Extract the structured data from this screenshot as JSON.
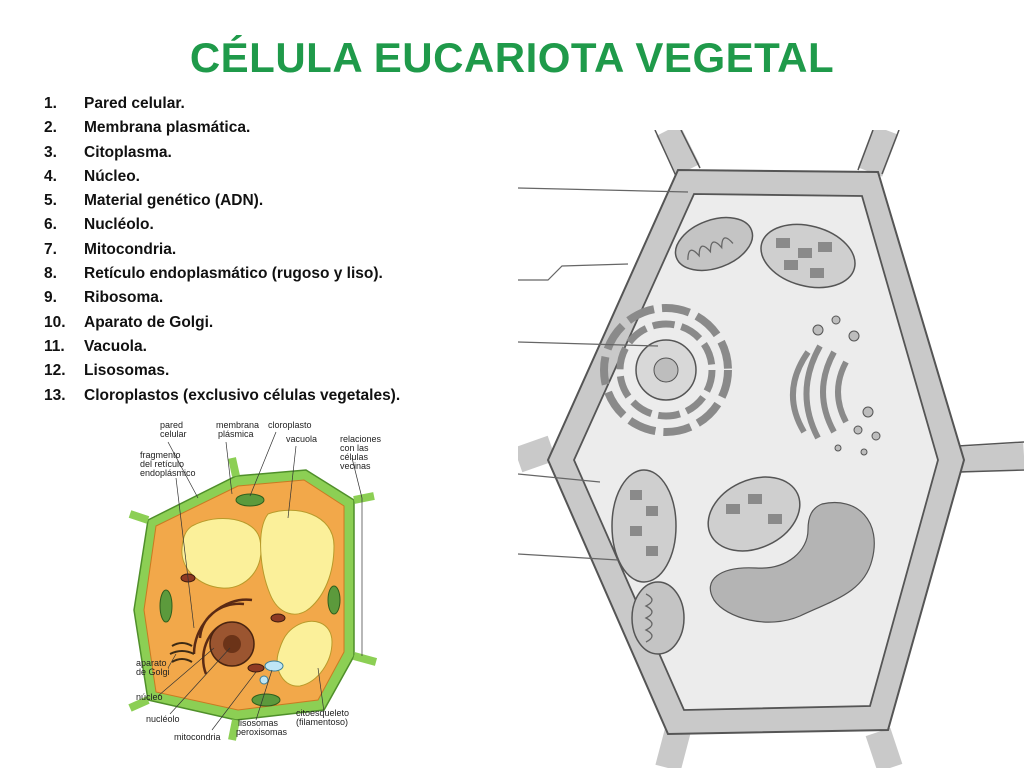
{
  "slide": {
    "title": "CÉLULA EUCARIOTA VEGETAL",
    "title_color": "#1f9a4a",
    "parts": [
      {
        "num": "1.",
        "text": "Pared celular."
      },
      {
        "num": "2.",
        "text": "Membrana plasmática."
      },
      {
        "num": "3.",
        "text": "Citoplasma."
      },
      {
        "num": "4.",
        "text": "Núcleo."
      },
      {
        "num": "5.",
        "text": "Material genético (ADN)."
      },
      {
        "num": "6.",
        "text": "Nucléolo."
      },
      {
        "num": "7.",
        "text": "Mitocondria."
      },
      {
        "num": "8.",
        "text": "Retículo endoplasmático (rugoso y liso)."
      },
      {
        "num": "9.",
        "text": "Ribosoma."
      },
      {
        "num": "10.",
        "text": "Aparato de Golgi."
      },
      {
        "num": "11.",
        "text": "Vacuola."
      },
      {
        "num": "12.",
        "text": "Lisosomas."
      },
      {
        "num": "13.",
        "text": "Cloroplastos (exclusivo células vegetales)."
      }
    ]
  },
  "small_diagram": {
    "labels": {
      "pared_l1": "pared",
      "pared_l2": "celular",
      "membrana_l1": "membrana",
      "membrana_l2": "plásmica",
      "cloroplasto": "cloroplasto",
      "vacuola": "vacuola",
      "relaciones_l1": "relaciones",
      "relaciones_l2": "con las",
      "relaciones_l3": "células",
      "relaciones_l4": "vecinas",
      "fragmento_l1": "fragmento",
      "fragmento_l2": "del retículo",
      "fragmento_l3": "endoplásmico",
      "aparato_l1": "aparato",
      "aparato_l2": "de Golgi",
      "nucleo": "núcleo",
      "nucleolo": "nucléolo",
      "mitocondria": "mitocondria",
      "lisosomas_l1": "lisosomas",
      "lisosomas_l2": "peroxisomas",
      "citoesqueleto_l1": "citoesqueleto",
      "citoesqueleto_l2": "(filamentoso)"
    },
    "colors": {
      "wall": "#8ccf54",
      "cytoplasm": "#f2a84a",
      "vacuole": "#fbf09a",
      "nucleus": "#9b5530",
      "chloroplast": "#5c9a3c"
    }
  },
  "big_diagram": {
    "colors": {
      "wall": "#c9c9c9",
      "interior": "#ececec",
      "organelle": "#b4b4b4",
      "outline": "#555555"
    }
  }
}
